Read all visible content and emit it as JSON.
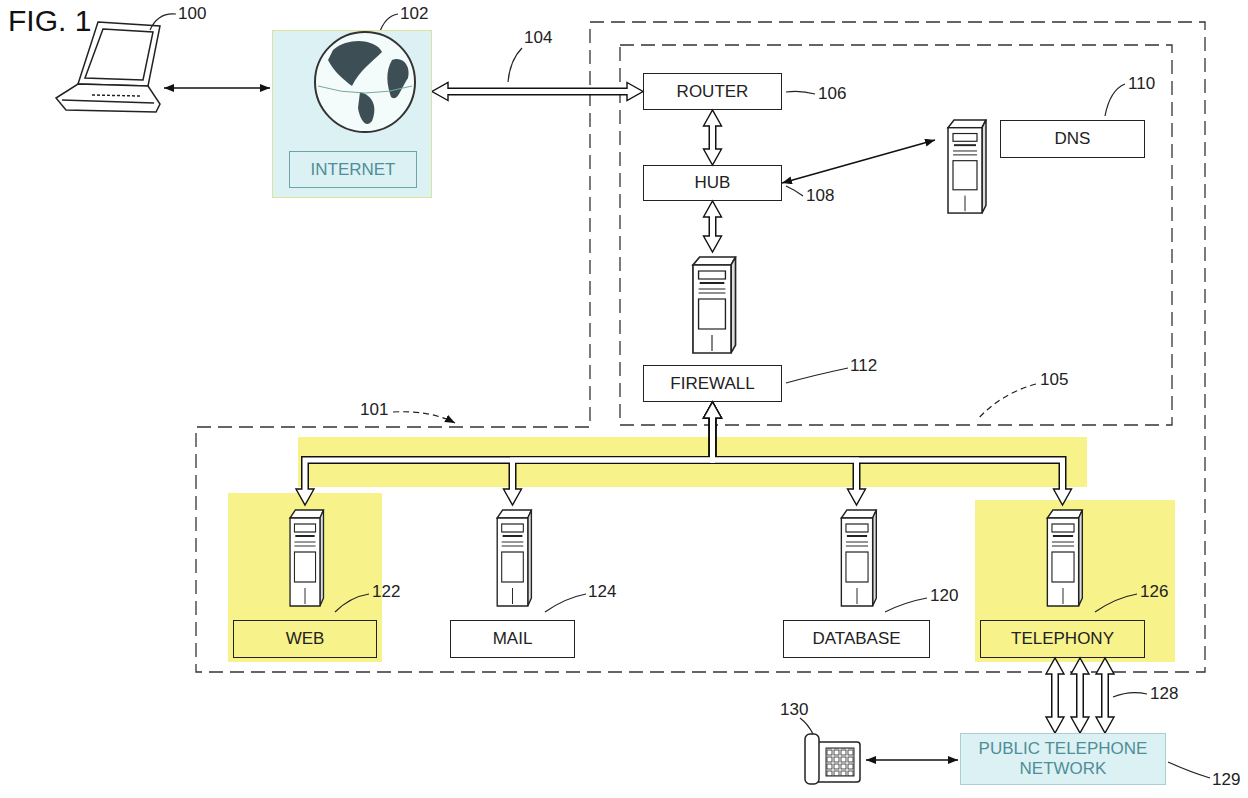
{
  "diagram": {
    "title": "FIG. 1",
    "nodes": [
      {
        "text": [
          "INTERNET"
        ]
      },
      {
        "text": [
          "ROUTER"
        ]
      },
      {
        "text": [
          "DNS"
        ]
      },
      {
        "text": [
          "HUB"
        ]
      },
      {
        "text": [
          "FIREWALL"
        ]
      },
      {
        "text": [
          "WEB"
        ]
      },
      {
        "text": [
          "MAIL"
        ]
      },
      {
        "text": [
          "DATABASE"
        ]
      },
      {
        "text": [
          "TELEPHONY"
        ]
      },
      {
        "text": [
          "PUBLIC TELEPHONE NETWORK"
        ]
      }
    ],
    "edges": [
      {
        "from": 0,
        "to": 1,
        "arrow": "both"
      },
      {
        "from": 1,
        "to": 3,
        "arrow": "both"
      },
      {
        "from": 3,
        "to": 2,
        "arrow": "both"
      },
      {
        "from": 3,
        "to": 4,
        "arrow": "both"
      },
      {
        "from": 4,
        "to": 5,
        "arrow": "both"
      },
      {
        "from": 4,
        "to": 6,
        "arrow": "both"
      },
      {
        "from": 4,
        "to": 7,
        "arrow": "both"
      },
      {
        "from": 4,
        "to": 8,
        "arrow": "both"
      },
      {
        "from": 8,
        "to": 9,
        "arrow": "both"
      },
      {
        "from": 8,
        "to": 9,
        "arrow": "both"
      },
      {
        "from": 8,
        "to": 9,
        "arrow": "both"
      }
    ],
    "labels": [
      "100",
      "102",
      "104",
      "106",
      "110",
      "108",
      "112",
      "101",
      "105",
      "122",
      "124",
      "120",
      "126",
      "128",
      "130",
      "129"
    ]
  }
}
